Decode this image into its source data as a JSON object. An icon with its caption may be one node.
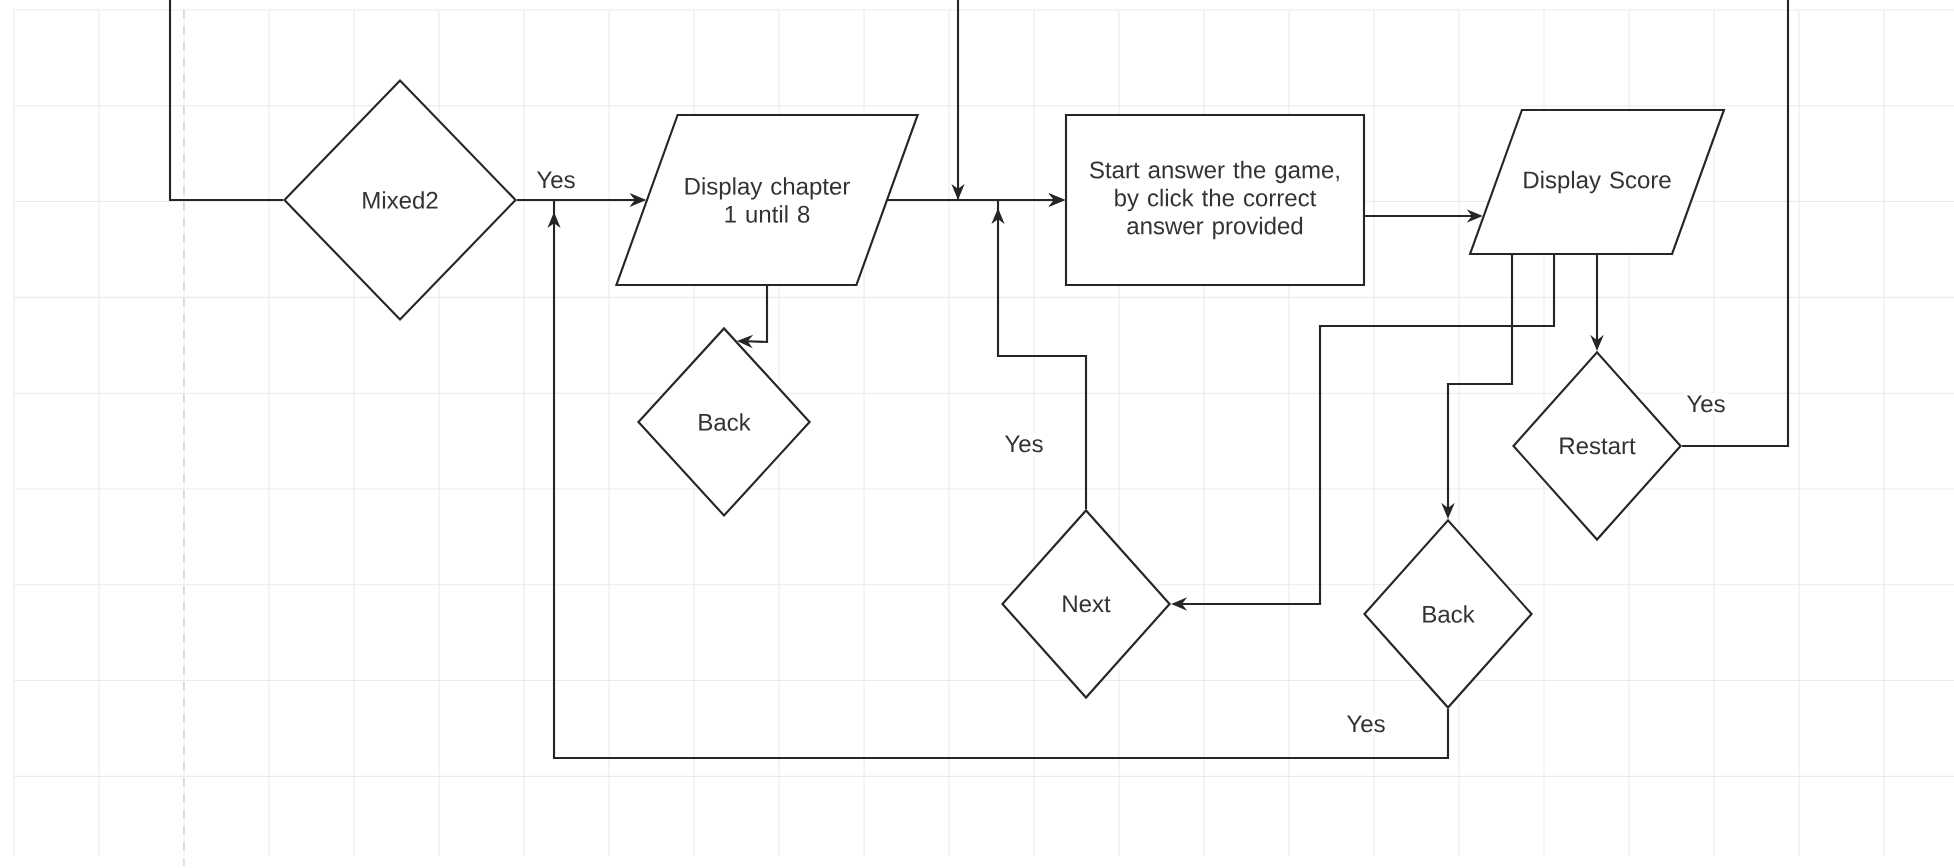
{
  "diagram": {
    "nodes": [
      {
        "text": [
          "Mixed2"
        ]
      },
      {
        "text": [
          "Display chapter 1 until 8"
        ]
      },
      {
        "text": [
          "Start answer the game, by click the correct answer provided"
        ]
      },
      {
        "text": [
          "Display Score"
        ]
      },
      {
        "text": [
          "Back"
        ]
      },
      {
        "text": [
          "Next"
        ]
      },
      {
        "text": [
          "Restart"
        ]
      },
      {
        "text": [
          "Back"
        ]
      }
    ],
    "edges": [
      {
        "from": null,
        "to": 0,
        "arrow": "none"
      },
      {
        "from": 0,
        "to": 1,
        "arrow": "to",
        "label": "Yes"
      },
      {
        "from": 1,
        "to": 2,
        "arrow": "to"
      },
      {
        "from": null,
        "to": 2,
        "arrow": "to"
      },
      {
        "from": 1,
        "to": 4,
        "arrow": "to"
      },
      {
        "from": 2,
        "to": 3,
        "arrow": "to"
      },
      {
        "from": 3,
        "to": 6,
        "arrow": "to"
      },
      {
        "from": 3,
        "to": 7,
        "arrow": "to"
      },
      {
        "from": 3,
        "to": 5,
        "arrow": "to"
      },
      {
        "from": 5,
        "to": 2,
        "arrow": "to",
        "label": "Yes"
      },
      {
        "from": 6,
        "to": null,
        "arrow": "none",
        "label": "Yes"
      },
      {
        "from": 7,
        "to": 1,
        "arrow": "to",
        "label": "Yes"
      }
    ]
  }
}
